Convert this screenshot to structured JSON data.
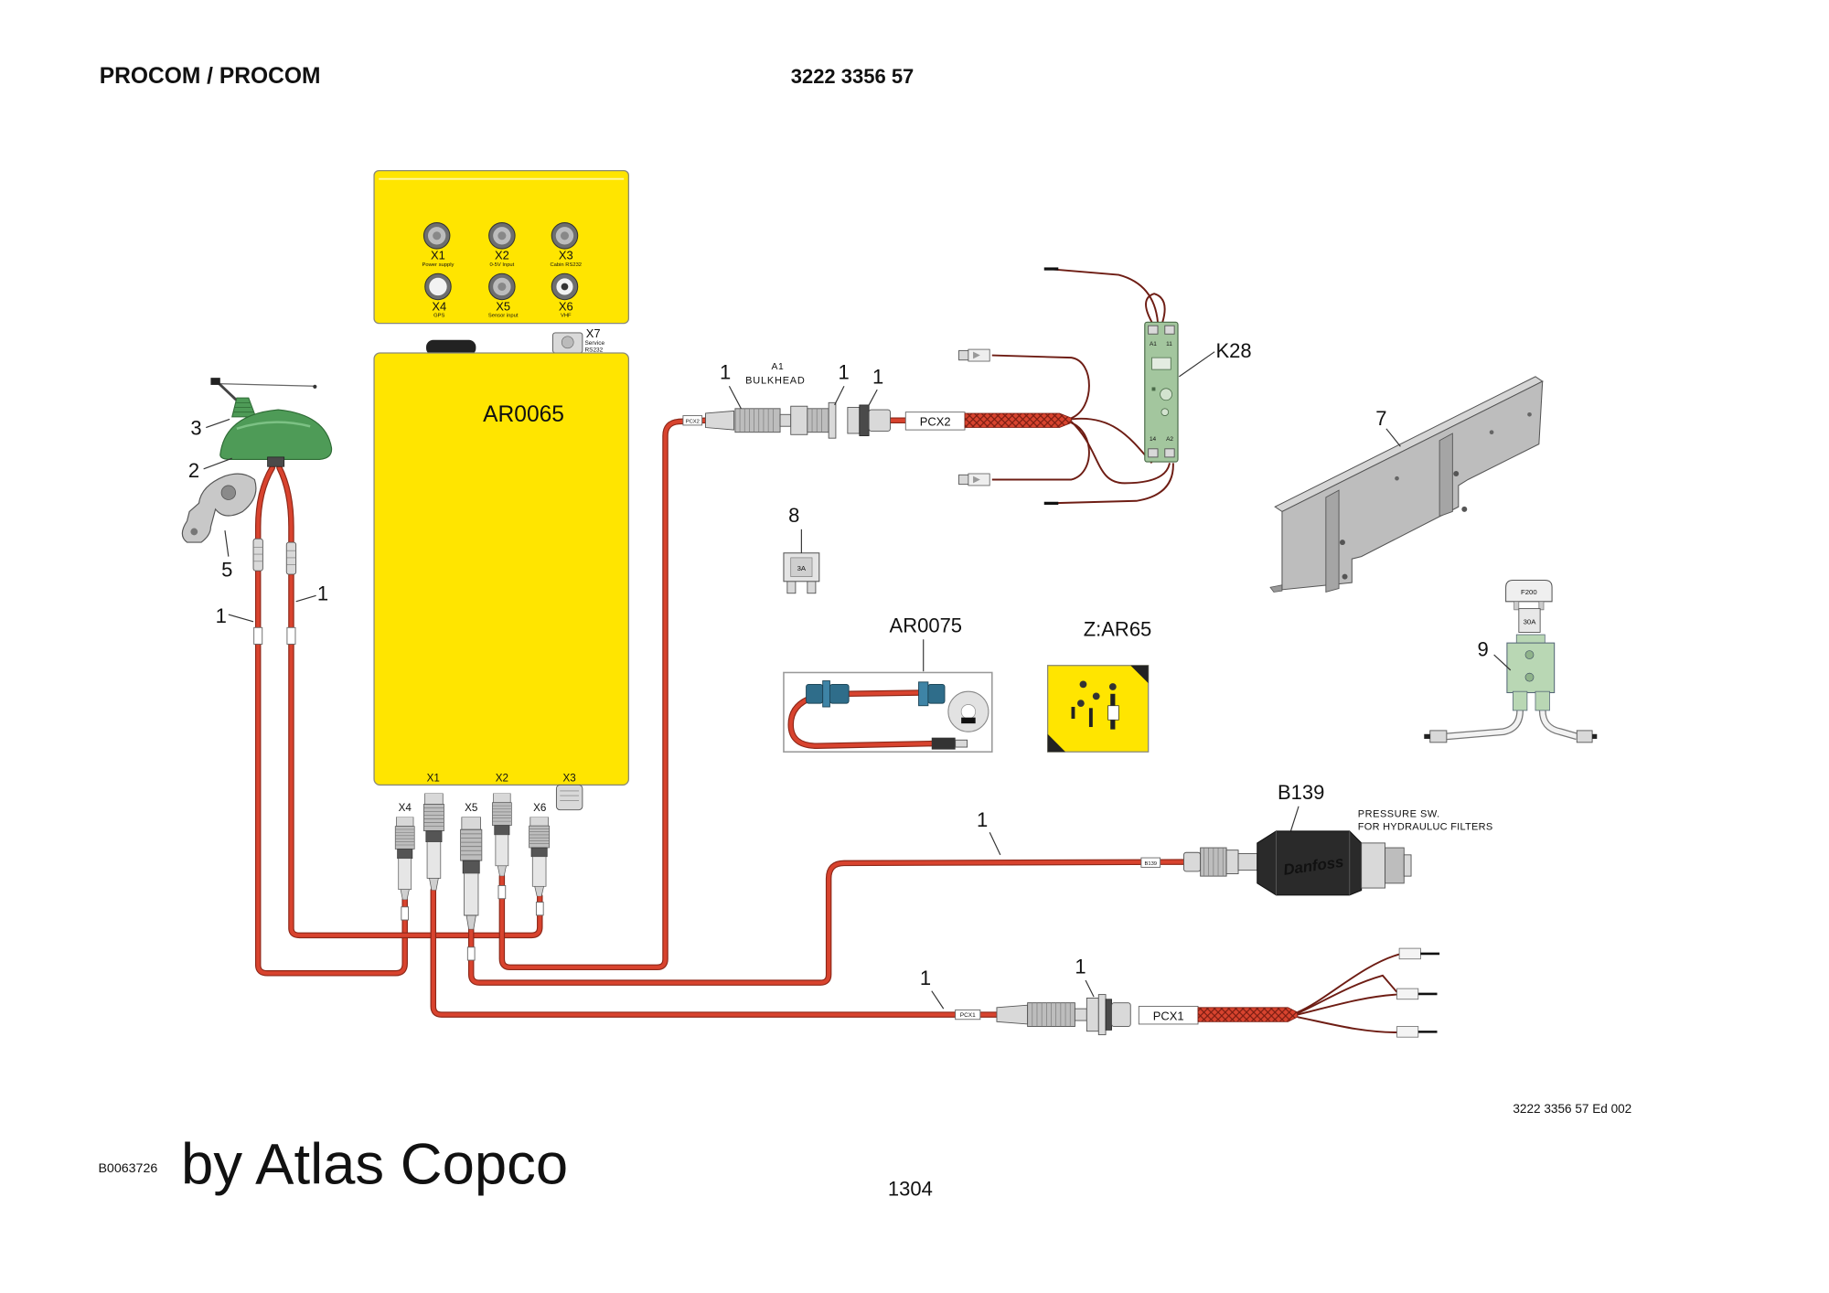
{
  "header": {
    "title": "PROCOM / PROCOM",
    "part_number": "3222 3356 57"
  },
  "control_unit": {
    "label": "AR0065",
    "panel_connectors": [
      {
        "id": "X1",
        "desc": "Power supply"
      },
      {
        "id": "X2",
        "desc": "0-5V Input"
      },
      {
        "id": "X3",
        "desc": "Cabin RS232"
      },
      {
        "id": "X4",
        "desc": "GPS"
      },
      {
        "id": "X5",
        "desc": "Sensor input"
      },
      {
        "id": "X6",
        "desc": "VHF"
      }
    ],
    "service_port": {
      "id": "X7",
      "line1": "Service",
      "line2": "RS232"
    },
    "bottom_ports": [
      "X1",
      "X2",
      "X3"
    ],
    "cable_ports": [
      "X4",
      "X5",
      "X6"
    ]
  },
  "callouts": {
    "antenna_whip": "3",
    "antenna": "2",
    "bracket": "5",
    "gps_cable": "1",
    "vhf_cable": "1",
    "pcx2_plug": "1",
    "pcx2_bulkhead": "1",
    "pcx2_nut": "1",
    "relay": "K28",
    "rail": "7",
    "fuse": "8",
    "kit": "AR0075",
    "kit_z": "Z:AR65",
    "fuse_holder": "9",
    "pressure_switch": "B139",
    "b139_cable": "1",
    "pcx1_cable": "1",
    "pcx1_bulkhead": "1"
  },
  "bulkhead_label": {
    "line1": "A1",
    "line2": "BULKHEAD"
  },
  "cable_tags": {
    "pcx2": "PCX2",
    "pcx1": "PCX1",
    "pcx2_marker": "PCX2",
    "pcx1_marker": "PCX1",
    "b139_marker": "B139"
  },
  "relay": {
    "top_left": "A1",
    "top_right": "11",
    "bottom_left": "14",
    "bottom_right": "A2"
  },
  "fuse": {
    "rating": "3A"
  },
  "fuse_holder": {
    "cap": "F200",
    "rating": "30A"
  },
  "pressure_switch": {
    "desc_line1": "PRESSURE SW.",
    "desc_line2": "FOR HYDRAULUC FILTERS",
    "logo": "Danfoss"
  },
  "footer": {
    "edition": "3222 3356 57 Ed 002",
    "image_code": "B0063726",
    "brand": "by Atlas Copco",
    "page": "1304"
  },
  "colors": {
    "housing": "#FFE500",
    "cable": "#D8432E",
    "relay": "#A3C69E",
    "antenna": "#4E9B57",
    "rail": "#BDBDBD",
    "holder": "#B9D7B4"
  }
}
